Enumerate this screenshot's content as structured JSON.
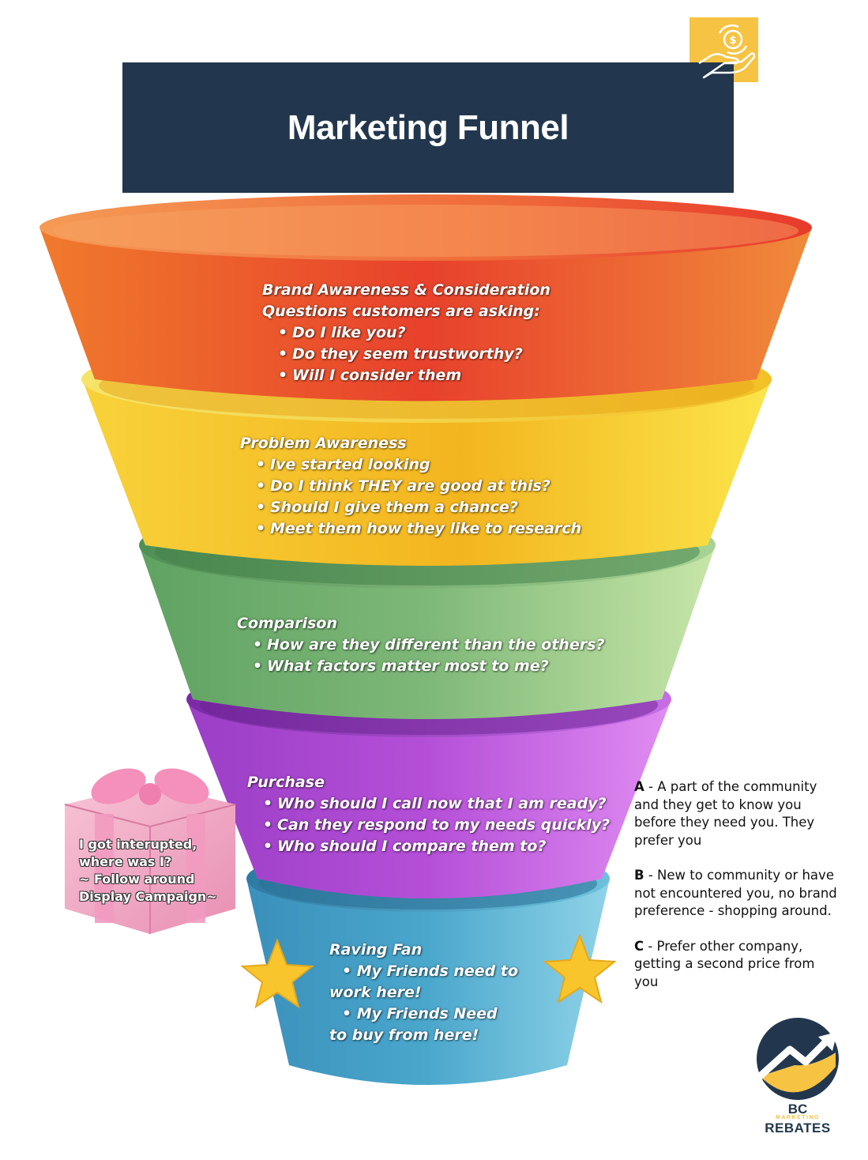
{
  "title": "Marketing Funnel",
  "colors": {
    "title_bar": "#22374d",
    "badge": "#f6c343",
    "layer1": "#ea4a2f",
    "layer2": "#f6cd2e",
    "layer3": "#6aaf6e",
    "layer4": "#b84bd6",
    "layer5": "#4ba5c9"
  },
  "badge_icon": "hand-dollar-icon",
  "stages": [
    {
      "heading": "Brand Awareness & Consideration",
      "subheading": "Questions customers are asking:",
      "items": [
        "Do I like you?",
        "Do they seem trustworthy?",
        "Will I consider them"
      ]
    },
    {
      "heading": "Problem Awareness",
      "items": [
        "Ive started looking",
        "Do I think THEY are good at this?",
        "Should I give them a chance?",
        "Meet them how they like to research"
      ]
    },
    {
      "heading": "Comparison",
      "items": [
        "How are they different than the others?",
        "What factors matter most to me?"
      ]
    },
    {
      "heading": "Purchase",
      "items": [
        "Who should I call now that I am ready?",
        "Can they respond to my needs quickly?",
        "Who should I compare them to?"
      ]
    },
    {
      "heading": "Raving Fan",
      "items": [
        {
          "first": "My Friends need to",
          "rest": "work here!"
        },
        {
          "first": "My Friends Need",
          "rest": "to buy from here!"
        }
      ]
    }
  ],
  "gift": {
    "line1": "I got interupted,",
    "line2": "where was I?",
    "line3": "~ Follow around",
    "line4": "Display Campaign~"
  },
  "legend": [
    {
      "letter": "A",
      "text": " - A part of the community and they get to know you before they need you. They prefer you"
    },
    {
      "letter": "B",
      "text": " - New to community or have not encountered you, no brand preference - shopping around."
    },
    {
      "letter": "C",
      "text": " - Prefer other company, getting a second price from you"
    }
  ],
  "logo": {
    "line1": "BC",
    "line2": "MARKETING",
    "line3": "REBATES"
  }
}
